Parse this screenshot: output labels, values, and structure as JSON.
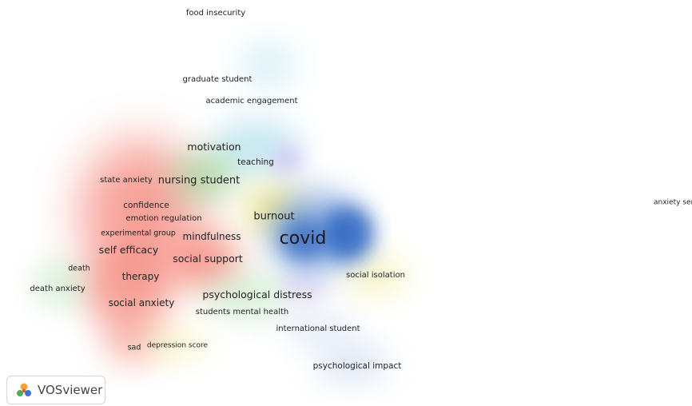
{
  "terms": [
    {
      "label": "food insecurity",
      "weight": "small"
    },
    {
      "label": "graduate student",
      "weight": "small"
    },
    {
      "label": "academic engagement",
      "weight": "small"
    },
    {
      "label": "motivation",
      "weight": "medium"
    },
    {
      "label": "teaching",
      "weight": "small"
    },
    {
      "label": "state anxiety",
      "weight": "small"
    },
    {
      "label": "nursing student",
      "weight": "medium"
    },
    {
      "label": "confidence",
      "weight": "small"
    },
    {
      "label": "emotion regulation",
      "weight": "small"
    },
    {
      "label": "burnout",
      "weight": "medium"
    },
    {
      "label": "experimental group",
      "weight": "small"
    },
    {
      "label": "mindfulness",
      "weight": "medium"
    },
    {
      "label": "covid",
      "weight": "large"
    },
    {
      "label": "self efficacy",
      "weight": "medium"
    },
    {
      "label": "social support",
      "weight": "medium"
    },
    {
      "label": "death",
      "weight": "small"
    },
    {
      "label": "therapy",
      "weight": "medium"
    },
    {
      "label": "social isolation",
      "weight": "small"
    },
    {
      "label": "death anxiety",
      "weight": "small"
    },
    {
      "label": "psychological distress",
      "weight": "medium"
    },
    {
      "label": "social anxiety",
      "weight": "medium"
    },
    {
      "label": "students mental health",
      "weight": "small"
    },
    {
      "label": "international student",
      "weight": "small"
    },
    {
      "label": "sad",
      "weight": "small"
    },
    {
      "label": "depression score",
      "weight": "small"
    },
    {
      "label": "psychological impact",
      "weight": "small"
    },
    {
      "label": "anxiety sensitivity",
      "weight": "small"
    }
  ],
  "clusters": [
    {
      "name": "red",
      "color": "#f47a6e"
    },
    {
      "name": "green",
      "color": "#7ccf7c"
    },
    {
      "name": "blue",
      "color": "#2f6fc9"
    },
    {
      "name": "yellow",
      "color": "#ece06a"
    },
    {
      "name": "purple",
      "color": "#b79ae6"
    },
    {
      "name": "cyan",
      "color": "#9fd8ec"
    }
  ],
  "logo": {
    "label": "VOSviewer",
    "icon": "vosviewer-logo-icon"
  }
}
